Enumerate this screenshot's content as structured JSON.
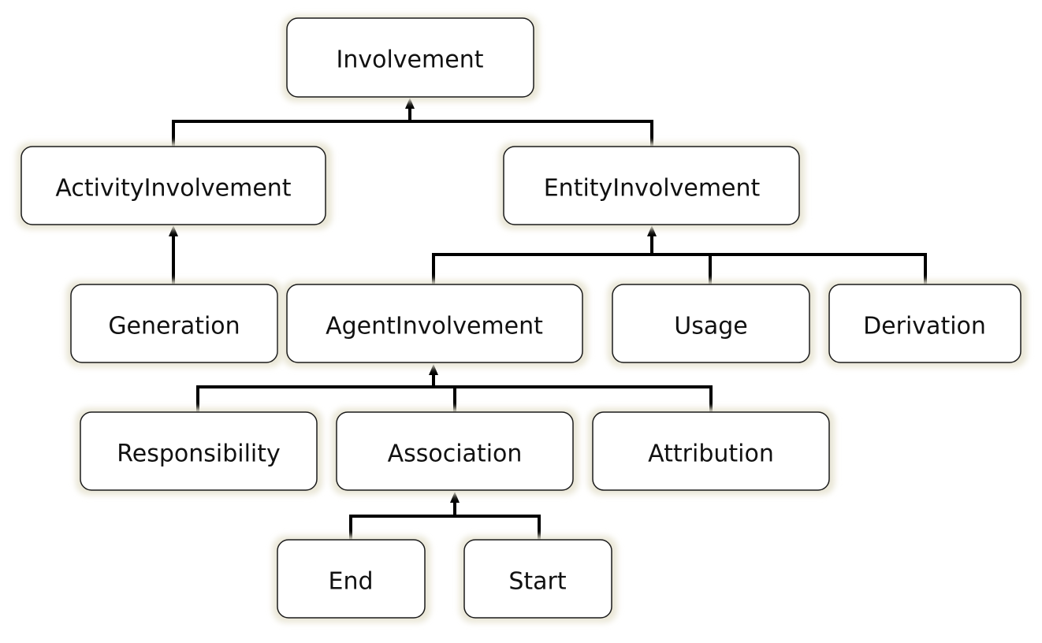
{
  "diagram": {
    "nodes": {
      "involvement": "Involvement",
      "activity_involvement": "ActivityInvolvement",
      "entity_involvement": "EntityInvolvement",
      "generation": "Generation",
      "agent_involvement": "AgentInvolvement",
      "usage": "Usage",
      "derivation": "Derivation",
      "responsibility": "Responsibility",
      "association": "Association",
      "attribution": "Attribution",
      "end": "End",
      "start": "Start"
    },
    "edges": [
      {
        "from": "activity_involvement",
        "to": "involvement"
      },
      {
        "from": "entity_involvement",
        "to": "involvement"
      },
      {
        "from": "generation",
        "to": "activity_involvement"
      },
      {
        "from": "agent_involvement",
        "to": "entity_involvement"
      },
      {
        "from": "usage",
        "to": "entity_involvement"
      },
      {
        "from": "derivation",
        "to": "entity_involvement"
      },
      {
        "from": "responsibility",
        "to": "agent_involvement"
      },
      {
        "from": "association",
        "to": "agent_involvement"
      },
      {
        "from": "attribution",
        "to": "agent_involvement"
      },
      {
        "from": "end",
        "to": "association"
      },
      {
        "from": "start",
        "to": "association"
      }
    ]
  }
}
